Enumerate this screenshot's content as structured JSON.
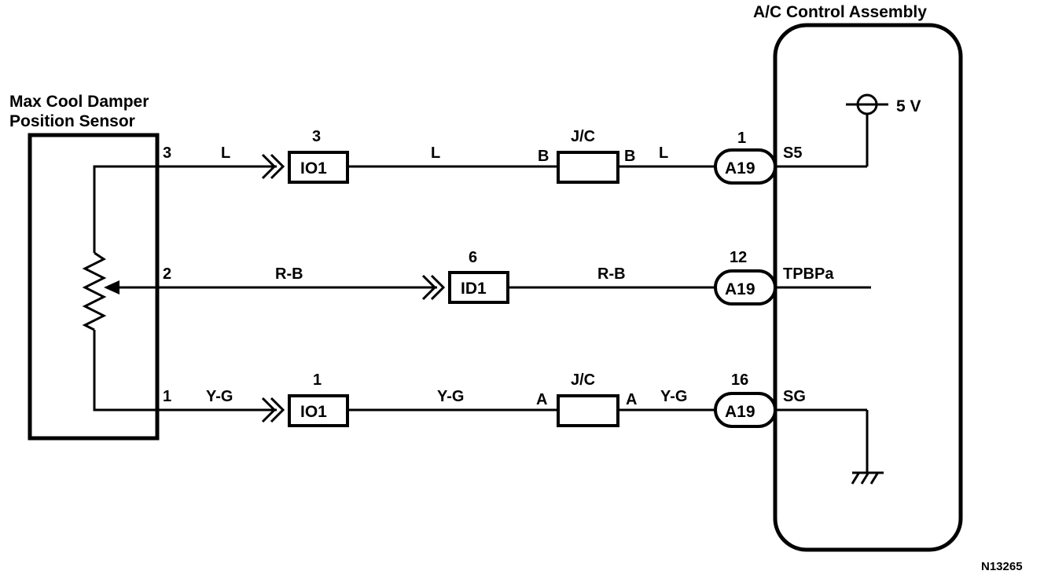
{
  "titles": {
    "ac_assembly": "A/C Control Assembly",
    "sensor_line1": "Max Cool Damper",
    "sensor_line2": "Position Sensor",
    "figure_code": "N13265"
  },
  "sensor": {
    "pin_3": "3",
    "pin_2": "2",
    "pin_1": "1"
  },
  "wires": {
    "top": {
      "color_1": "L",
      "color_2": "L",
      "color_3": "L"
    },
    "mid": {
      "color_1": "R-B",
      "color_2": "R-B"
    },
    "bot": {
      "color_1": "Y-G",
      "color_2": "Y-G",
      "color_3": "Y-G"
    }
  },
  "connectors": {
    "top_inline": {
      "pin": "3",
      "name": "IO1"
    },
    "mid_inline": {
      "pin": "6",
      "name": "ID1"
    },
    "bot_inline": {
      "pin": "1",
      "name": "IO1"
    },
    "top_ecu": {
      "pin": "1",
      "name": "A19"
    },
    "mid_ecu": {
      "pin": "12",
      "name": "A19"
    },
    "bot_ecu": {
      "pin": "16",
      "name": "A19"
    }
  },
  "junctions": {
    "top": {
      "label": "J/C",
      "left": "B",
      "right": "B"
    },
    "bot": {
      "label": "J/C",
      "left": "A",
      "right": "A"
    }
  },
  "ecu_terminals": {
    "s5": "S5",
    "tpbpa": "TPBPa",
    "sg": "SG",
    "voltage": "5 V"
  }
}
